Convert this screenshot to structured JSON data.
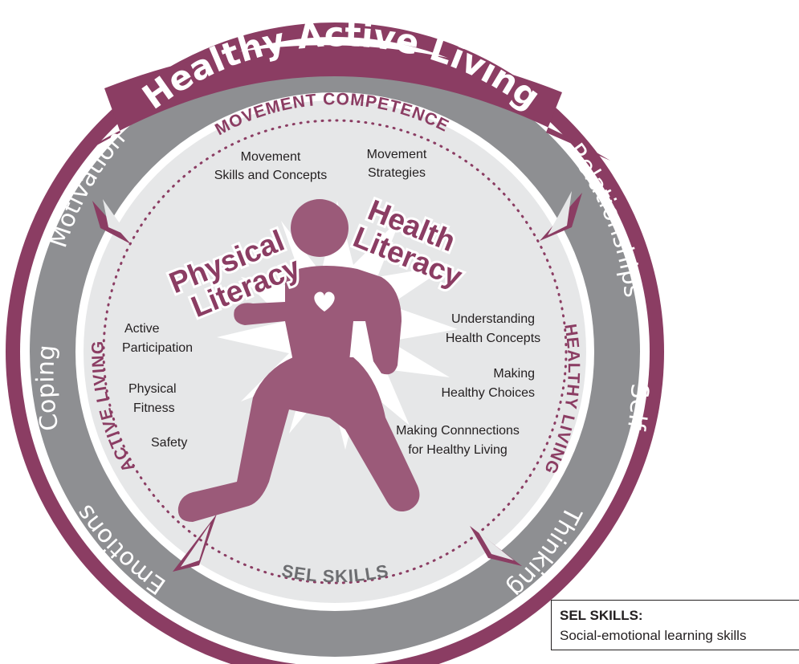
{
  "title": "Healthy Active Living",
  "colors": {
    "maroon": "#8b3d63",
    "figure": "#9b5a79",
    "gray": "#8e8f92",
    "inner": "#e6e7e8"
  },
  "outer_ring": [
    "Motivation",
    "Relationships",
    "Self",
    "Thinking",
    "Emotions",
    "Coping"
  ],
  "headings": {
    "top": "MOVEMENT COMPETENCE",
    "right": "HEALTHY LIVING",
    "bottom": "SEL SKILLS",
    "left": "ACTIVE LIVING"
  },
  "literacy": {
    "physical": [
      "Physical",
      "Literacy"
    ],
    "health": [
      "Health",
      "Literacy"
    ]
  },
  "movement_items": [
    [
      "Movement",
      "Skills and Concepts"
    ],
    [
      "Movement",
      "Strategies"
    ]
  ],
  "active_items": [
    [
      "Active",
      "Participation"
    ],
    [
      "Physical",
      "Fitness"
    ],
    [
      "Safety"
    ]
  ],
  "healthy_items": [
    [
      "Understanding",
      "Health Concepts"
    ],
    [
      "Making",
      "Healthy Choices"
    ],
    [
      "Making Connnections",
      "for Healthy Living"
    ]
  ],
  "icons": [
    "running-figure-icon",
    "heart-icon",
    "starburst-icon"
  ],
  "legend": {
    "title": "SEL SKILLS:",
    "text": "Social-emotional learning skills"
  }
}
